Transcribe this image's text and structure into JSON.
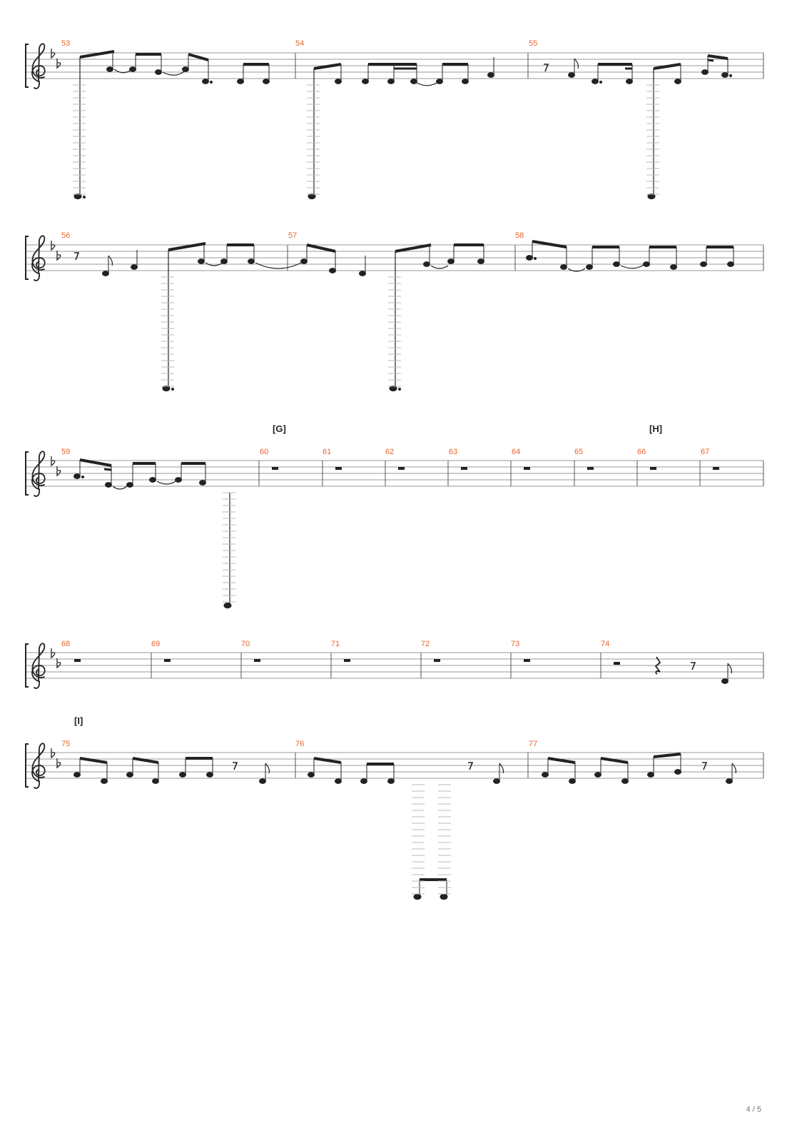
{
  "page_number": "4 / 5",
  "key_signature": "Bb major (2 flats)",
  "clef": "treble",
  "systems": [
    {
      "measures": [
        "53",
        "54",
        "55"
      ],
      "section_marks": []
    },
    {
      "measures": [
        "56",
        "57",
        "58"
      ],
      "section_marks": []
    },
    {
      "measures": [
        "59",
        "60",
        "61",
        "62",
        "63",
        "64",
        "65",
        "66",
        "67"
      ],
      "section_marks": [
        {
          "label": "[G]",
          "before_measure": "60"
        },
        {
          "label": "[H]",
          "before_measure": "66"
        }
      ]
    },
    {
      "measures": [
        "68",
        "69",
        "70",
        "71",
        "72",
        "73",
        "74"
      ],
      "section_marks": []
    },
    {
      "measures": [
        "75",
        "76",
        "77"
      ],
      "section_marks": [
        {
          "label": "[I]",
          "before_measure": "75"
        }
      ]
    }
  ],
  "section_labels": {
    "g": "[G]",
    "h": "[H]",
    "i": "[I]"
  },
  "colors": {
    "measure_number": "#e8652f",
    "ink": "#222222",
    "staff_line": "#9a9a9a"
  }
}
